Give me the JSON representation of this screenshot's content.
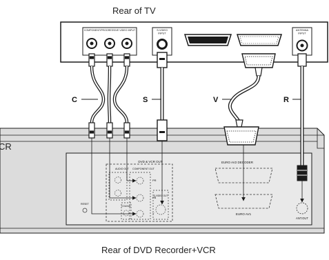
{
  "captions": {
    "tv_rear": "Rear of TV",
    "recorder_rear": "Rear of DVD Recorder+VCR",
    "cut_left": "CR"
  },
  "tv_panel": {
    "component_input": "COMPONENT/PROGRESSIVE VIDEO INPUT",
    "svideo_input_1": "S-VIDEO",
    "svideo_input_2": "INPUT",
    "antenna_input_1": "ANTENNA",
    "antenna_input_2": "INPUT"
  },
  "cable_labels": {
    "component": "C",
    "svideo": "S",
    "scart": "V",
    "rf": "R"
  },
  "recorder_panel": {
    "out_group": "DVD & VCR OUT",
    "audio_out": "AUDIO OUT",
    "component_out": "COMPONENT OUT",
    "pr": "PR",
    "pb": "PB",
    "y": "Y",
    "reset": "RESET",
    "coaxial": "COAXIAL",
    "svideo_out": "S-VIDEO OUT",
    "euro_av2": "EURO AV2 DECODER",
    "euro_av1": "EURO AV1",
    "ant_out": "ANT.OUT"
  },
  "colors": {
    "line": "#1a1a1a",
    "recorder_body": "#dcdcdc",
    "recorder_face": "#e9e9e9",
    "dashed": "#333333"
  }
}
